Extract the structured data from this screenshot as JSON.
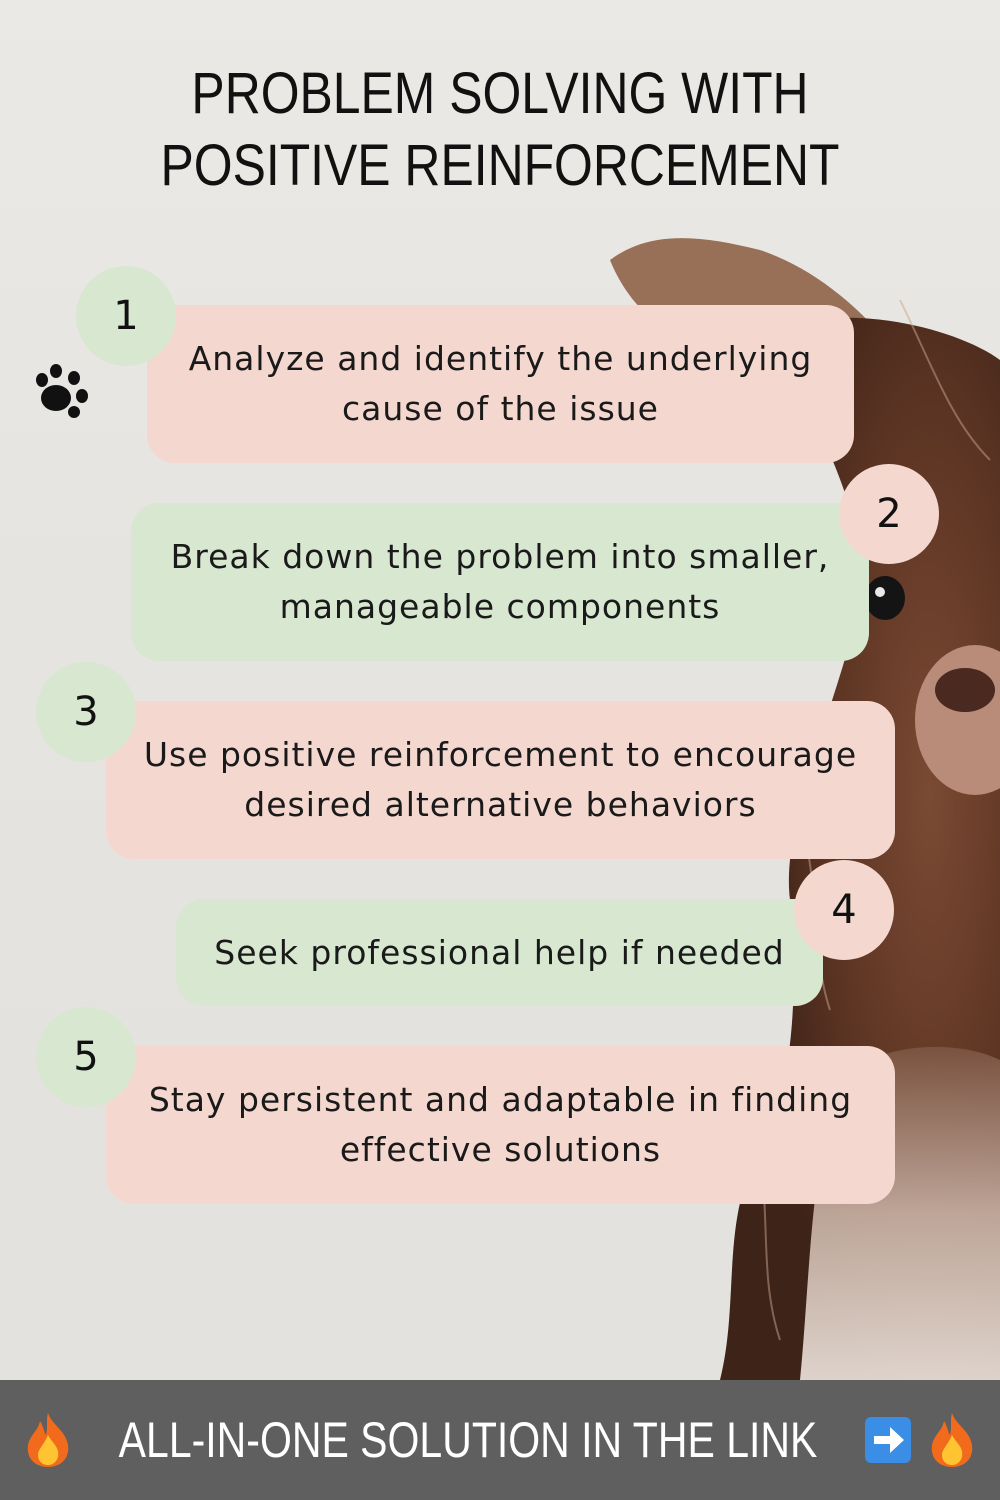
{
  "title": "PROBLEM SOLVING WITH POSITIVE REINFORCEMENT",
  "steps": [
    {
      "number": "1",
      "text": "Analyze and identify the underlying cause of the issue"
    },
    {
      "number": "2",
      "text": "Break down the problem into smaller, manageable components"
    },
    {
      "number": "3",
      "text": "Use positive reinforcement to encourage desired alternative behaviors"
    },
    {
      "number": "4",
      "text": "Seek professional help if needed"
    },
    {
      "number": "5",
      "text": "Stay persistent and adaptable in finding effective solutions"
    }
  ],
  "footer": {
    "text": "ALL-IN-ONE SOLUTION IN THE LINK"
  },
  "colors": {
    "pink": "#f4d8cf",
    "green": "#d8e7d0",
    "footer_bg": "#555555",
    "fur": "#6b3f2a"
  },
  "icons": [
    "paw-icon",
    "fire-icon",
    "right-arrow-icon",
    "dog-photo"
  ]
}
